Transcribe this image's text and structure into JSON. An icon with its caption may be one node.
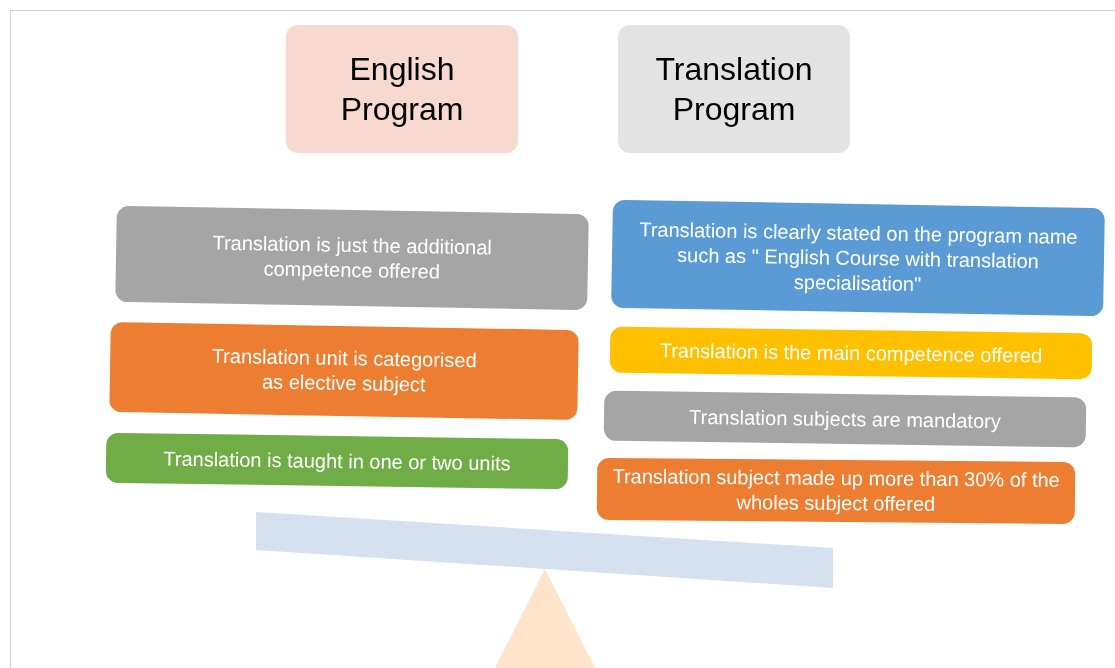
{
  "diagram": {
    "nodes": [
      {
        "text": [
          "English Program"
        ]
      },
      {
        "text": [
          "Translation Program"
        ]
      },
      {
        "text": [
          "Translation is just the additional competence offered"
        ]
      },
      {
        "text": [
          "Translation unit is categorised as elective subject"
        ]
      },
      {
        "text": [
          "Translation is taught in one or two units"
        ]
      },
      {
        "text": [
          "Translation is clearly stated on the program name such as \" English Course with translation specialisation\""
        ]
      },
      {
        "text": [
          "Translation is the main competence offered"
        ]
      },
      {
        "text": [
          "Translation subjects are mandatory"
        ]
      },
      {
        "text": [
          "Translation subject made up more than 30% of the wholes subject offered"
        ]
      }
    ]
  }
}
